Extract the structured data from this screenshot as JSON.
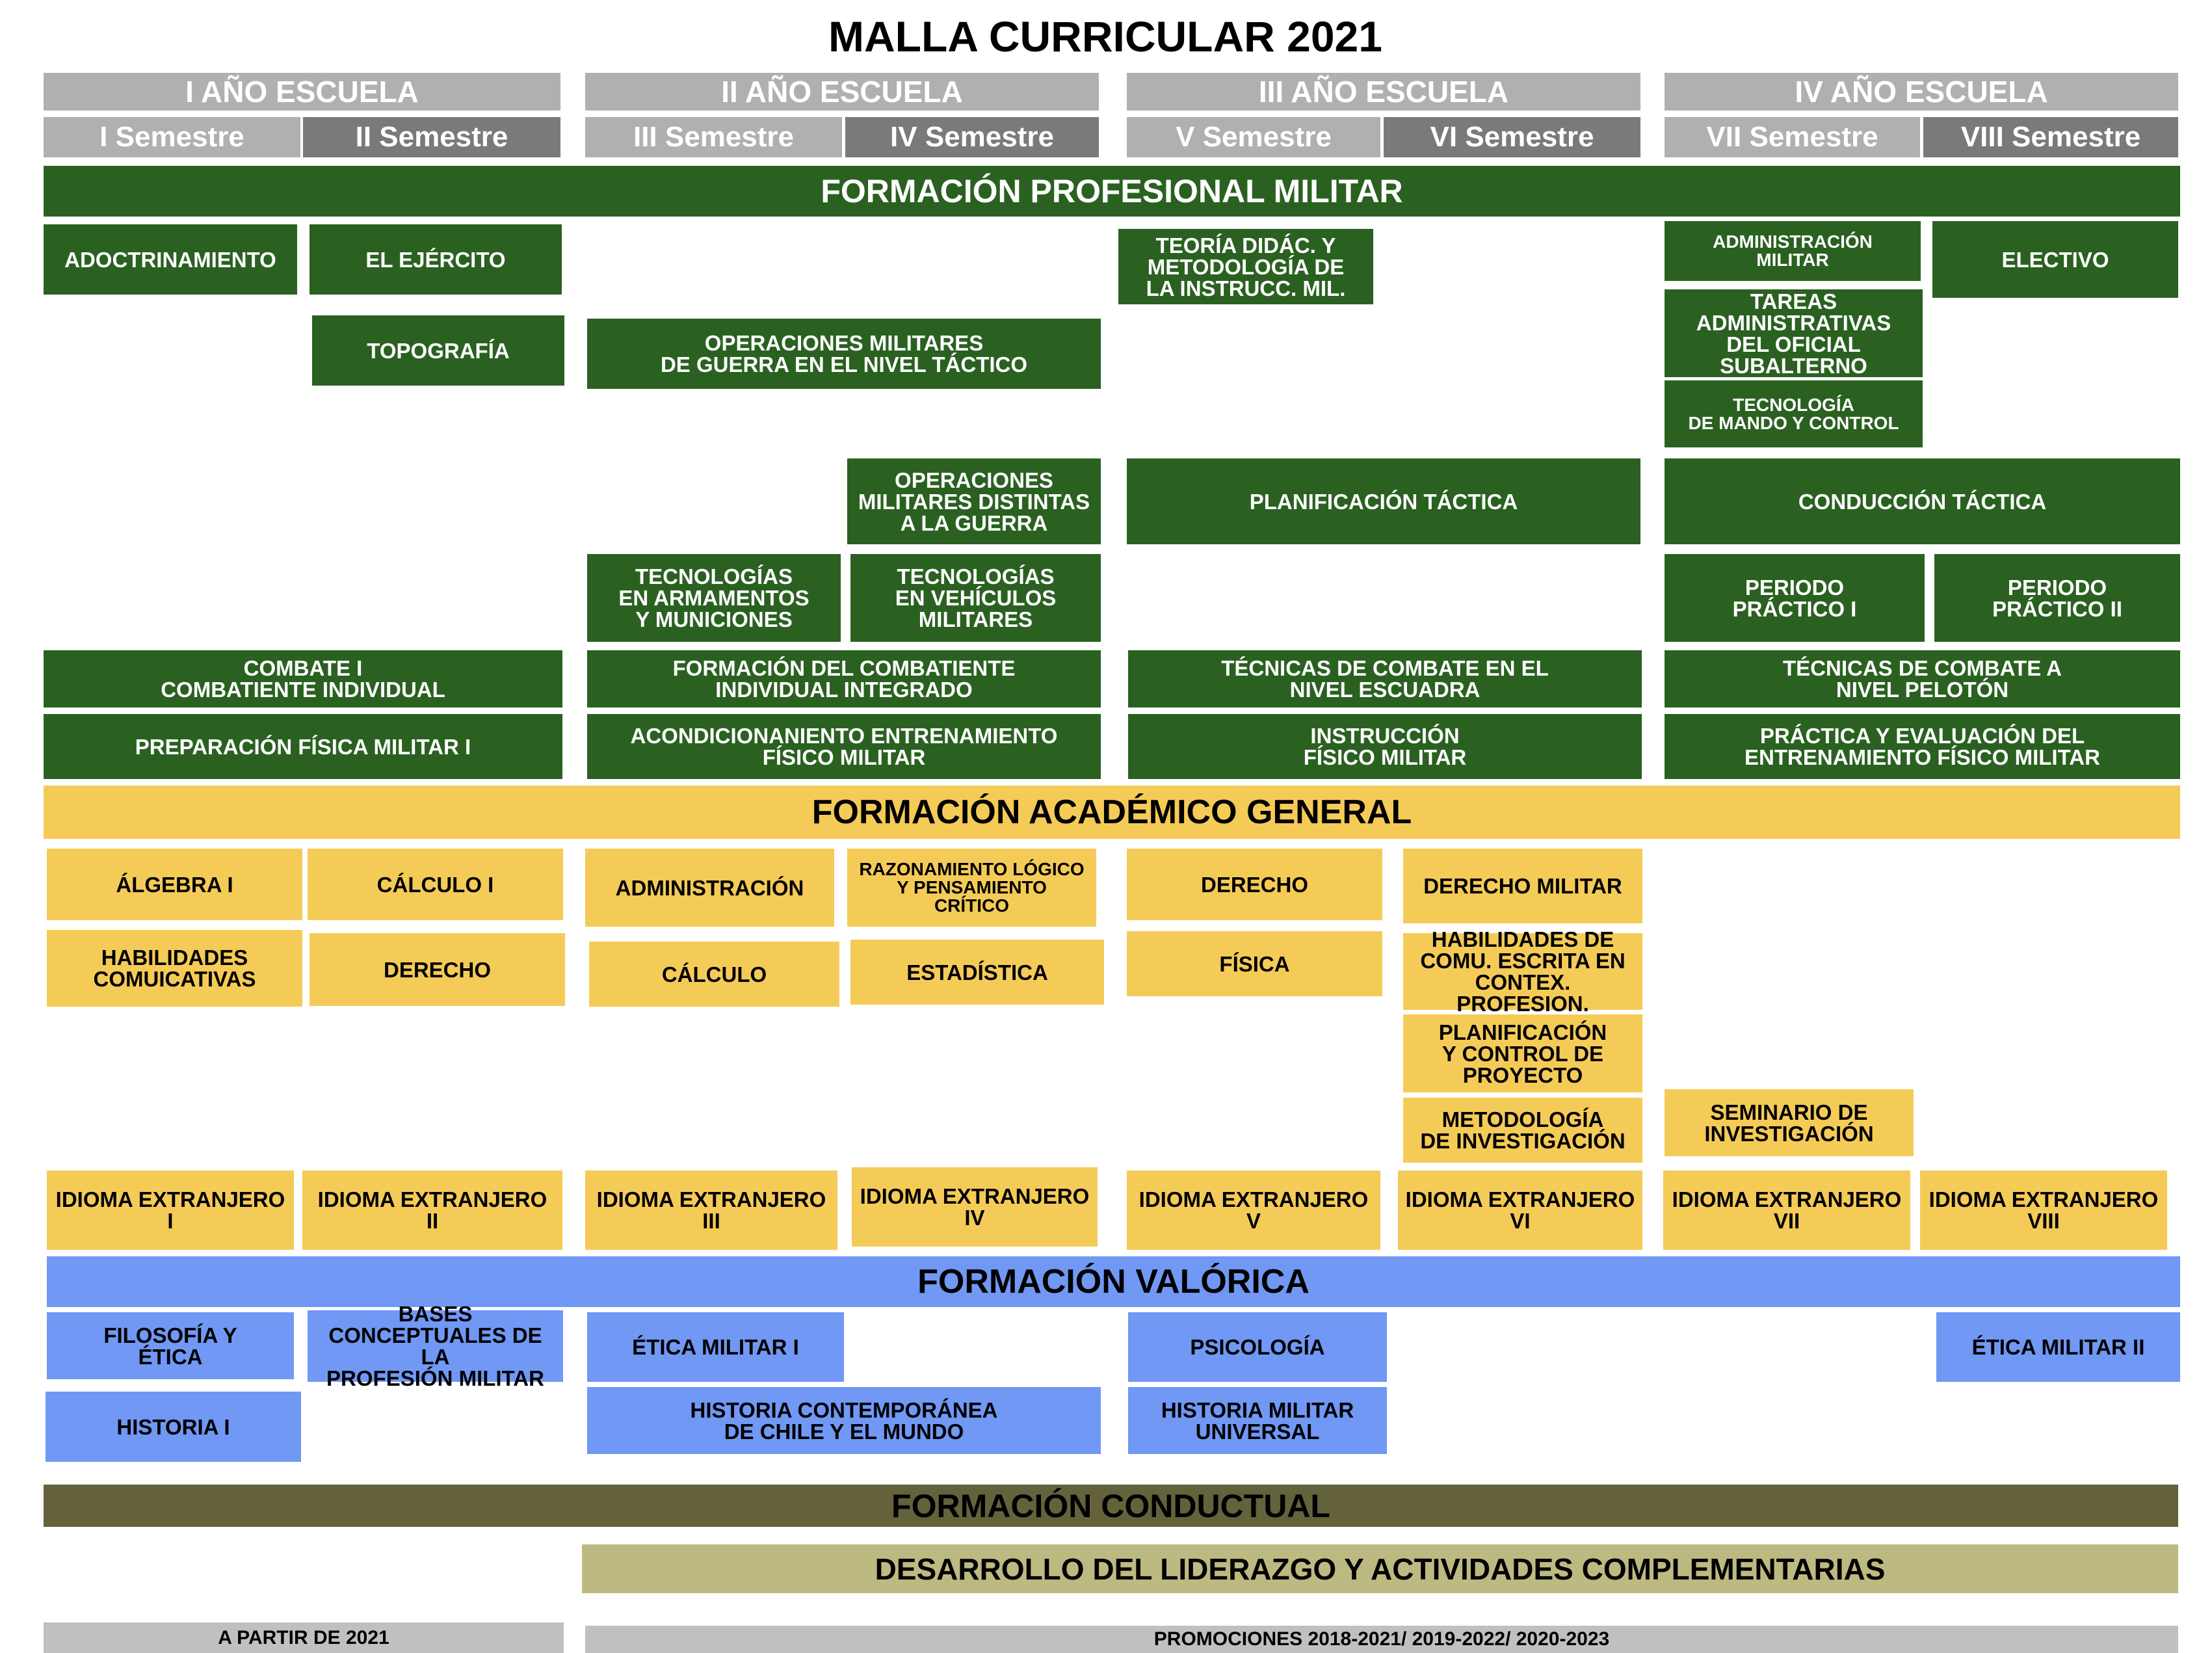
{
  "title": "MALLA CURRICULAR 2021",
  "years": [
    "I AÑO ESCUELA",
    "II AÑO ESCUELA",
    "III AÑO ESCUELA",
    "IV AÑO ESCUELA"
  ],
  "semesters": [
    "I Semestre",
    "II Semestre",
    "III Semestre",
    "IV Semestre",
    "V Semestre",
    "VI Semestre",
    "VII Semestre",
    "VIII Semestre"
  ],
  "sections": {
    "militar": "FORMACIÓN PROFESIONAL MILITAR",
    "academico": "FORMACIÓN ACADÉMICO GENERAL",
    "valorica": "FORMACIÓN VALÓRICA",
    "conductual": "FORMACIÓN CONDUCTUAL",
    "liderazgo": "DESARROLLO DEL LIDERAZGO Y ACTIVIDADES COMPLEMENTARIAS"
  },
  "militar": {
    "adoctrinamiento": "ADOCTRINAMIENTO",
    "ejercito": "EL EJÉRCITO",
    "teoria": "TEORÍA DIDÁC. Y\nMETODOLOGÍA DE\nLA INSTRUCC. MIL.",
    "administracion_militar": "ADMINISTRACIÓN\nMILITAR",
    "electivo": "ELECTIVO",
    "topografia": "TOPOGRAFÍA",
    "op_guerra": "OPERACIONES MILITARES\nDE GUERRA EN EL NIVEL TÁCTICO",
    "tareas": "TAREAS\nADMINISTRATIVAS\nDEL OFICIAL\nSUBALTERNO",
    "tecnologia_mando": "TECNOLOGÍA\nDE MANDO Y CONTROL",
    "op_distintas": "OPERACIONES\nMILITARES DISTINTAS\nA LA GUERRA",
    "planificacion_tactica": "PLANIFICACIÓN TÁCTICA",
    "conduccion_tactica": "CONDUCCIÓN TÁCTICA",
    "tec_armamentos": "TECNOLOGÍAS\nEN ARMAMENTOS\nY MUNICIONES",
    "tec_vehiculos": "TECNOLOGÍAS\nEN VEHÍCULOS\nMILITARES",
    "periodo_1": "PERIODO\nPRÁCTICO I",
    "periodo_2": "PERIODO\nPRÁCTICO II",
    "combate_1": "COMBATE I\nCOMBATIENTE INDIVIDUAL",
    "formacion_combatiente": "FORMACIÓN DEL COMBATIENTE\nINDIVIDUAL INTEGRADO",
    "tecnicas_escuadra": "TÉCNICAS DE COMBATE EN EL\nNIVEL ESCUADRA",
    "tecnicas_peloton": "TÉCNICAS DE COMBATE A\nNIVEL PELOTÓN",
    "preparacion_fisica": "PREPARACIÓN FÍSICA MILITAR I",
    "acondicionamiento": "ACONDICIONANIENTO ENTRENAMIENTO\nFÍSICO MILITAR",
    "instruccion_fisico": "INSTRUCCIÓN\nFÍSICO MILITAR",
    "practica_evaluacion": "PRÁCTICA Y EVALUACIÓN DEL\nENTRENAMIENTO FÍSICO MILITAR"
  },
  "academico": {
    "algebra": "ÁLGEBRA I",
    "calculo_1": "CÁLCULO I",
    "administracion": "ADMINISTRACIÓN",
    "razonamiento": "RAZONAMIENTO LÓGICO\nY PENSAMIENTO\nCRÍTICO",
    "derecho_5": "DERECHO",
    "derecho_militar": "DERECHO MILITAR",
    "habilidades": "HABILIDADES\nCOMUICATIVAS",
    "derecho_2": "DERECHO",
    "calculo": "CÁLCULO",
    "estadistica": "ESTADÍSTICA",
    "fisica": "FÍSICA",
    "habilidades_escrita": "HABILIDADES DE\nCOMU. ESCRITA EN\nCONTEX. PROFESION.",
    "planificacion_proyecto": "PLANIFICACIÓN\nY CONTROL DE\nPROYECTO",
    "metodologia": "METODOLOGÍA\nDE INVESTIGACIÓN",
    "seminario": "SEMINARIO DE\nINVESTIGACIÓN",
    "idiomas": [
      "IDIOMA EXTRANJERO\nI",
      "IDIOMA EXTRANJERO\nII",
      "IDIOMA EXTRANJERO\nIII",
      "IDIOMA EXTRANJERO\nIV",
      "IDIOMA EXTRANJERO\nV",
      "IDIOMA EXTRANJERO\nVI",
      "IDIOMA EXTRANJERO\nVII",
      "IDIOMA EXTRANJERO\nVIII"
    ]
  },
  "valorica": {
    "filosofia": "FILOSOFÍA Y\nÉTICA",
    "bases": "BASES\nCONCEPTUALES DE LA\nPROFESIÓN MILITAR",
    "etica_1": "ÉTICA MILITAR I",
    "psicologia": "PSICOLOGÍA",
    "etica_2": "ÉTICA MILITAR II",
    "historia_1": "HISTORIA I",
    "historia_contemporanea": "HISTORIA CONTEMPORÁNEA\nDE CHILE Y EL MUNDO",
    "historia_universal": "HISTORIA MILITAR\nUNIVERSAL"
  },
  "footer": {
    "left": "A PARTIR DE 2021",
    "right": "PROMOCIONES 2018-2021/ 2019-2022/ 2020-2023"
  },
  "colors": {
    "militar": "#2a6121",
    "academico": "#f5cb57",
    "valorica": "#7098f4",
    "conductual": "#63623b",
    "liderazgo": "#bcba80",
    "year_header": "#b0b0b0",
    "semester_dark": "#7a7a7a"
  }
}
